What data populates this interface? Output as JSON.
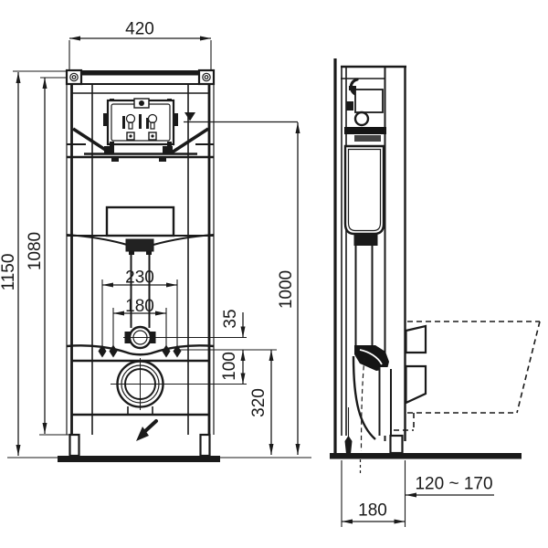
{
  "drawing": {
    "dimensions": {
      "frame_width": "420",
      "overall_height": "1150",
      "rail_height": "1080",
      "fixing_spacing_outer": "230",
      "fixing_spacing_inner": "180",
      "flush_pipe_offset": "35",
      "fixing_to_drain": "100",
      "fixing_height": "320",
      "water_level_height": "1000",
      "frame_to_bowl_range": "120 ~ 170",
      "frame_depth": "180"
    },
    "icons": {
      "water_level_icon": "▼",
      "flow_direction_icon": "↙"
    },
    "colors": {
      "line": "#1a1a1a",
      "background": "#ffffff"
    }
  }
}
